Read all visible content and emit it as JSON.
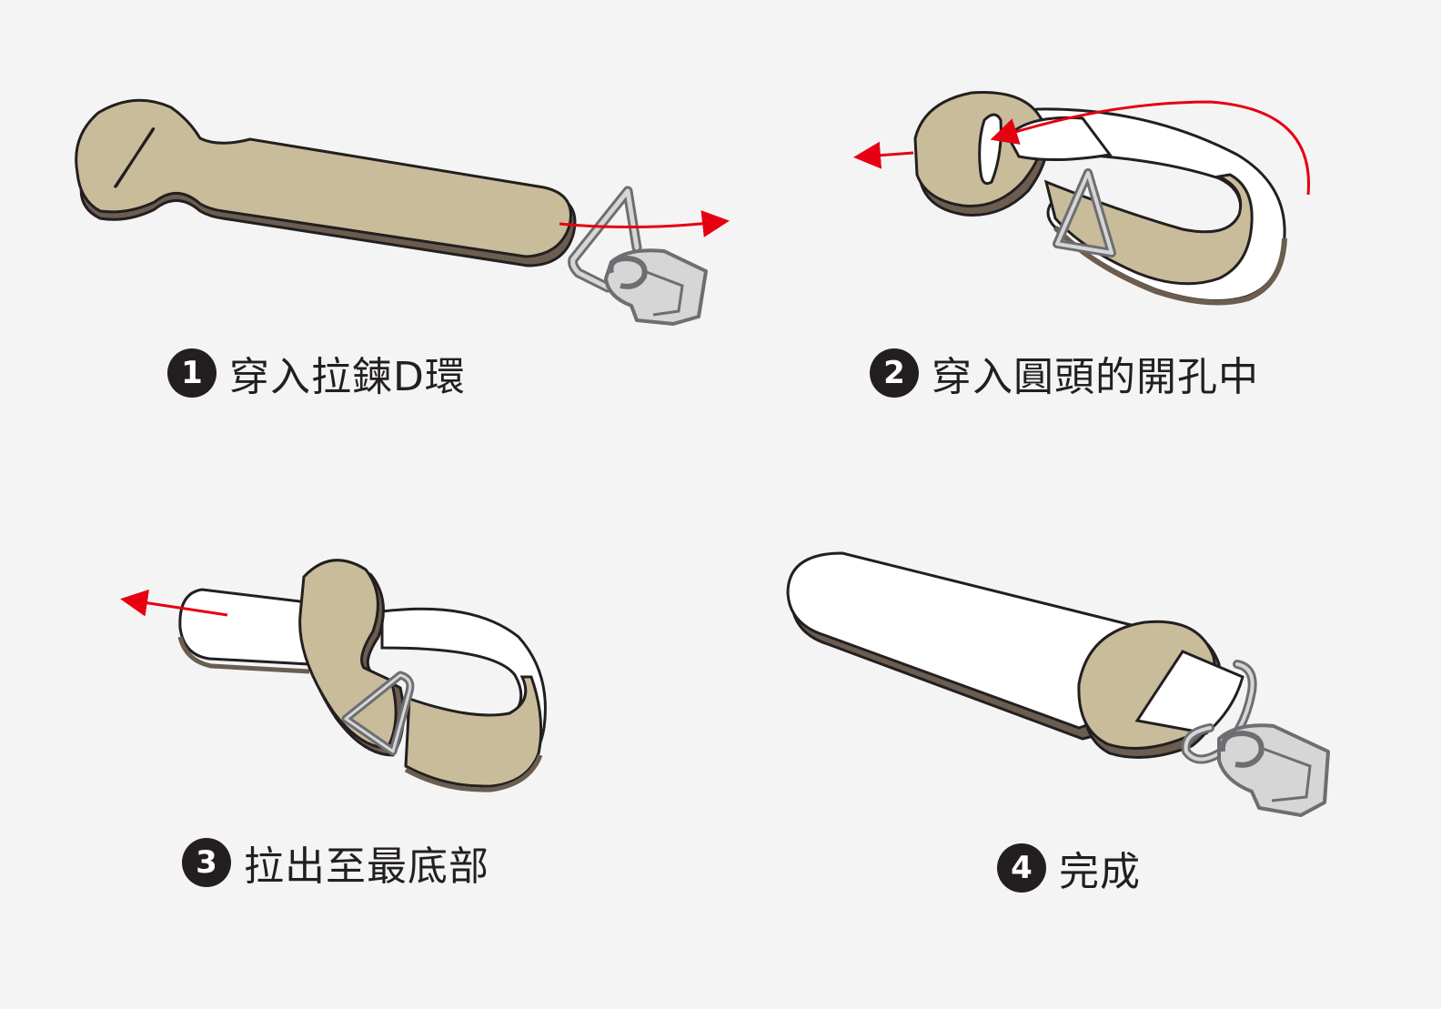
{
  "colors": {
    "background": "#f4f4f4",
    "leather": "#c8bc9b",
    "leather_edge": "#6b5d50",
    "outline": "#231f20",
    "metal": "#d6d6d6",
    "metal_edge": "#6d6e71",
    "arrow": "#e60012",
    "badge": "#231f20"
  },
  "steps": [
    {
      "number": "1",
      "text": "穿入拉鍊D環"
    },
    {
      "number": "2",
      "text": "穿入圓頭的開孔中"
    },
    {
      "number": "3",
      "text": "拉出至最底部"
    },
    {
      "number": "4",
      "text": "完成"
    }
  ]
}
